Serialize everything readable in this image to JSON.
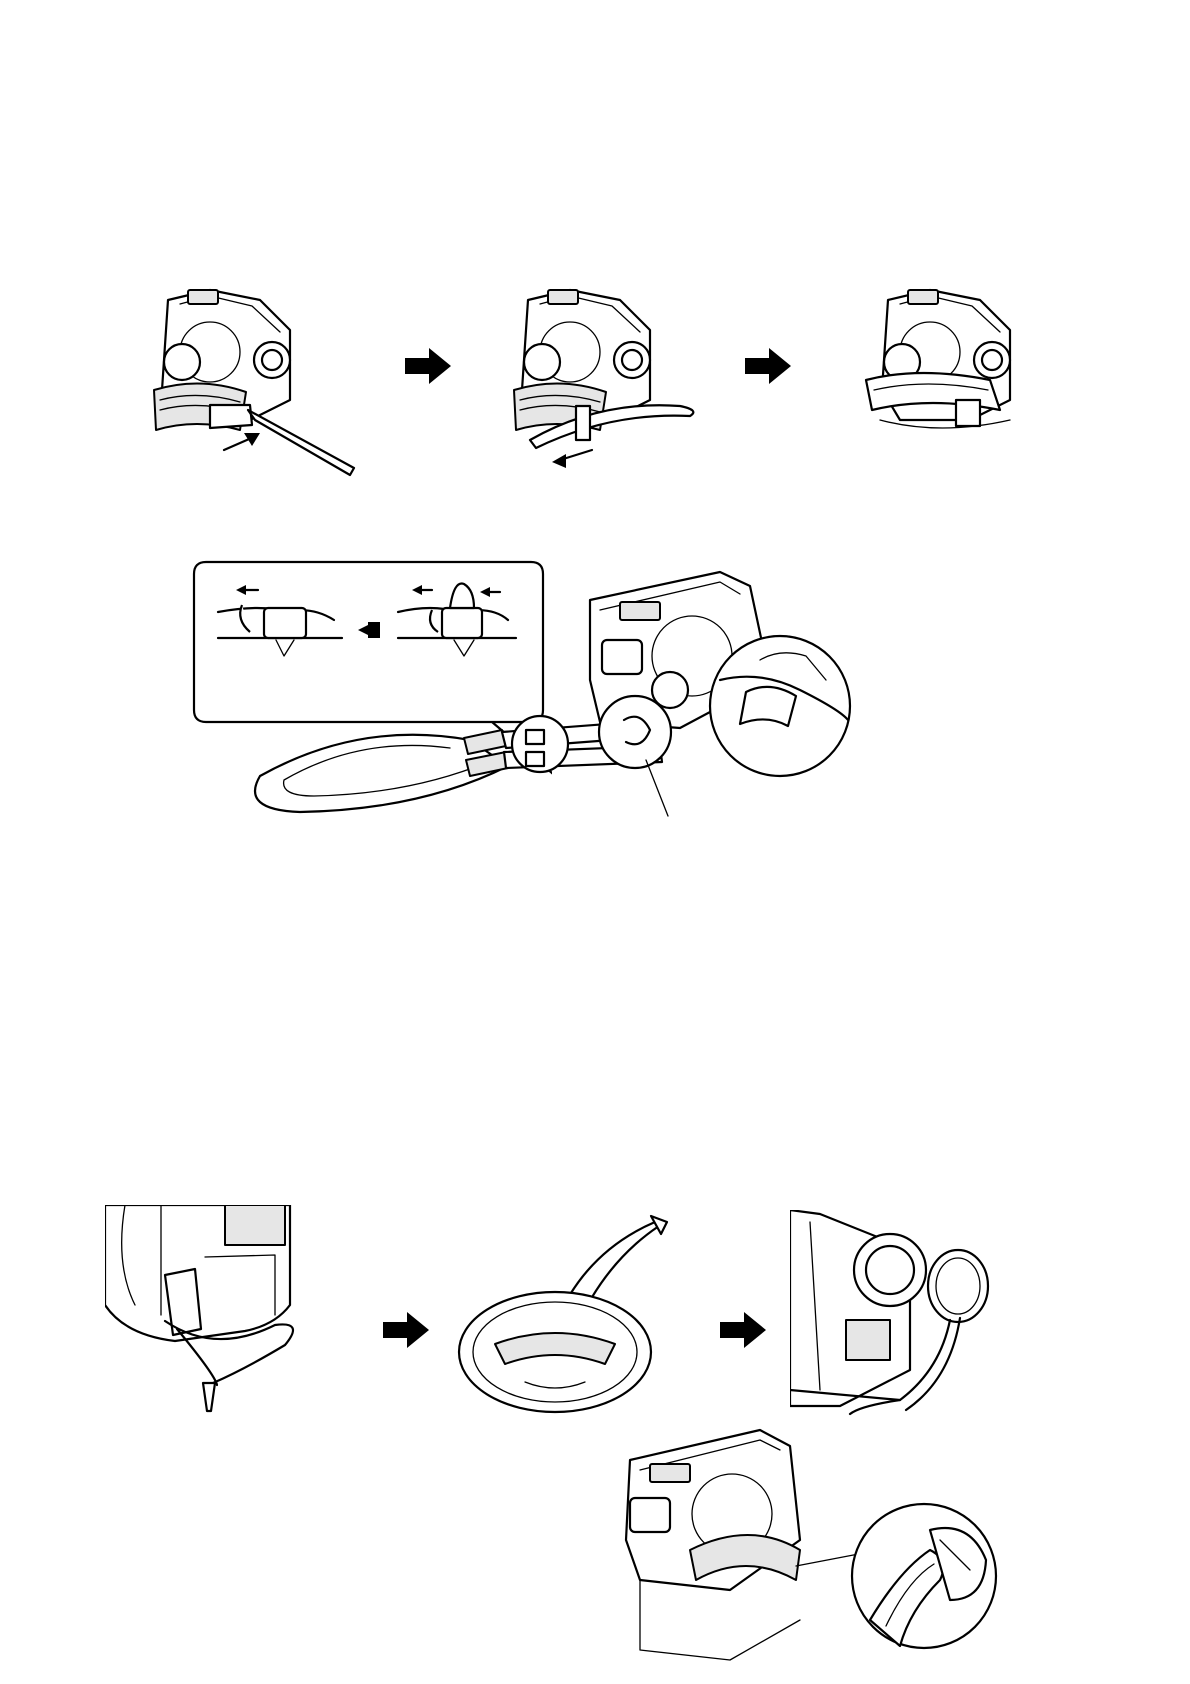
{
  "page": {},
  "steps": {
    "grip_belt": [
      "camera-with-belt-threading",
      "camera-with-belt-pulled-back",
      "camera-with-belt-fastened"
    ],
    "shoulder_strap": [
      "strap-buckle-detail",
      "camera-with-shoulder-strap"
    ],
    "lens_cap": [
      "cap-string-on-camera",
      "cap-with-string",
      "cap-attached-to-camera",
      "camera-with-cap-on-belt"
    ]
  },
  "colors": {
    "line": "#000000",
    "fill": "#ffffff",
    "shade": "#e6e6e6"
  }
}
